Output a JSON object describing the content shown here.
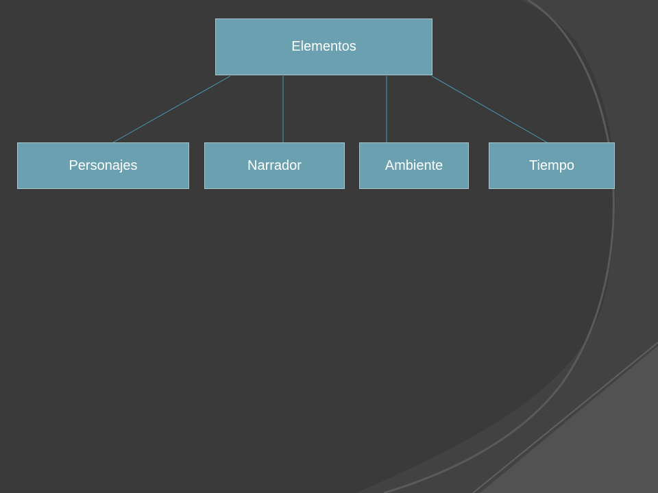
{
  "diagram": {
    "type": "org-chart",
    "root": {
      "label": "Elementos"
    },
    "children": [
      {
        "label": "Personajes"
      },
      {
        "label": "Narrador"
      },
      {
        "label": "Ambiente"
      },
      {
        "label": "Tiempo"
      }
    ],
    "colors": {
      "background": "#3a3a3a",
      "node_fill": "#6aa0b0",
      "node_border": "#a9c6cf",
      "connector": "#4a9bb5",
      "node_text": "#ffffff"
    }
  }
}
